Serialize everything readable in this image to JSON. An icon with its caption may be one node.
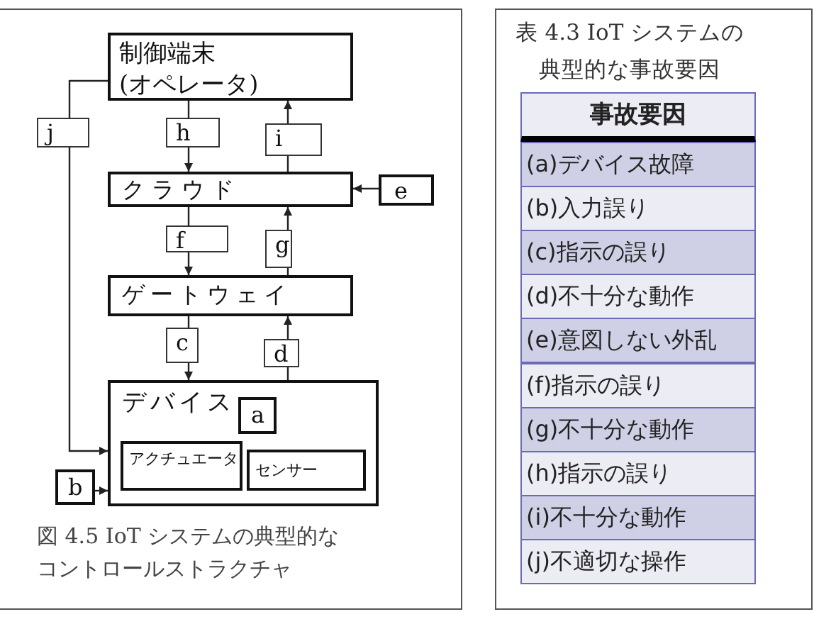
{
  "diagram": {
    "caption": "図 4.5 IoT システムの典型的なコントロールストラクチャ",
    "nodes": [
      {
        "text": [
          "制御端末(オペレータ)"
        ]
      },
      {
        "text": [
          "クラウド"
        ]
      },
      {
        "text": [
          "e"
        ]
      },
      {
        "text": [
          "ゲートウェイ"
        ]
      },
      {
        "text": [
          "デバイス"
        ]
      },
      {
        "text": [
          "a"
        ],
        "in": 4
      },
      {
        "text": [
          "アクチュエータ"
        ],
        "in": 4
      },
      {
        "text": [
          "センサー"
        ],
        "in": 4
      },
      {
        "text": [
          "b"
        ]
      }
    ],
    "edges": [
      {
        "from": 0,
        "to": 1,
        "arrow": "to",
        "label": "h"
      },
      {
        "from": 1,
        "to": 0,
        "arrow": "to",
        "label": "i"
      },
      {
        "from": 0,
        "to": 4,
        "arrow": "to",
        "label": "j"
      },
      {
        "from": 2,
        "to": 1,
        "arrow": "to"
      },
      {
        "from": 1,
        "to": 3,
        "arrow": "to",
        "label": "f"
      },
      {
        "from": 3,
        "to": 1,
        "arrow": "to",
        "label": "g"
      },
      {
        "from": 3,
        "to": 4,
        "arrow": "to",
        "label": "c"
      },
      {
        "from": 4,
        "to": 3,
        "arrow": "to",
        "label": "d"
      },
      {
        "from": 8,
        "to": 4,
        "arrow": "to"
      }
    ],
    "labels": [
      "表 4.3 IoT システムの典型的な事故要因",
      "事故要因",
      "(a)デバイス故障",
      "(b)入力誤り",
      "(c)指示の誤り",
      "(d)不十分な動作",
      "(e)意図しない外乱",
      "(f)指示の誤り",
      "(g)不十分な動作",
      "(h)指示の誤り",
      "(i)不十分な動作",
      "(j)不適切な操作"
    ]
  }
}
